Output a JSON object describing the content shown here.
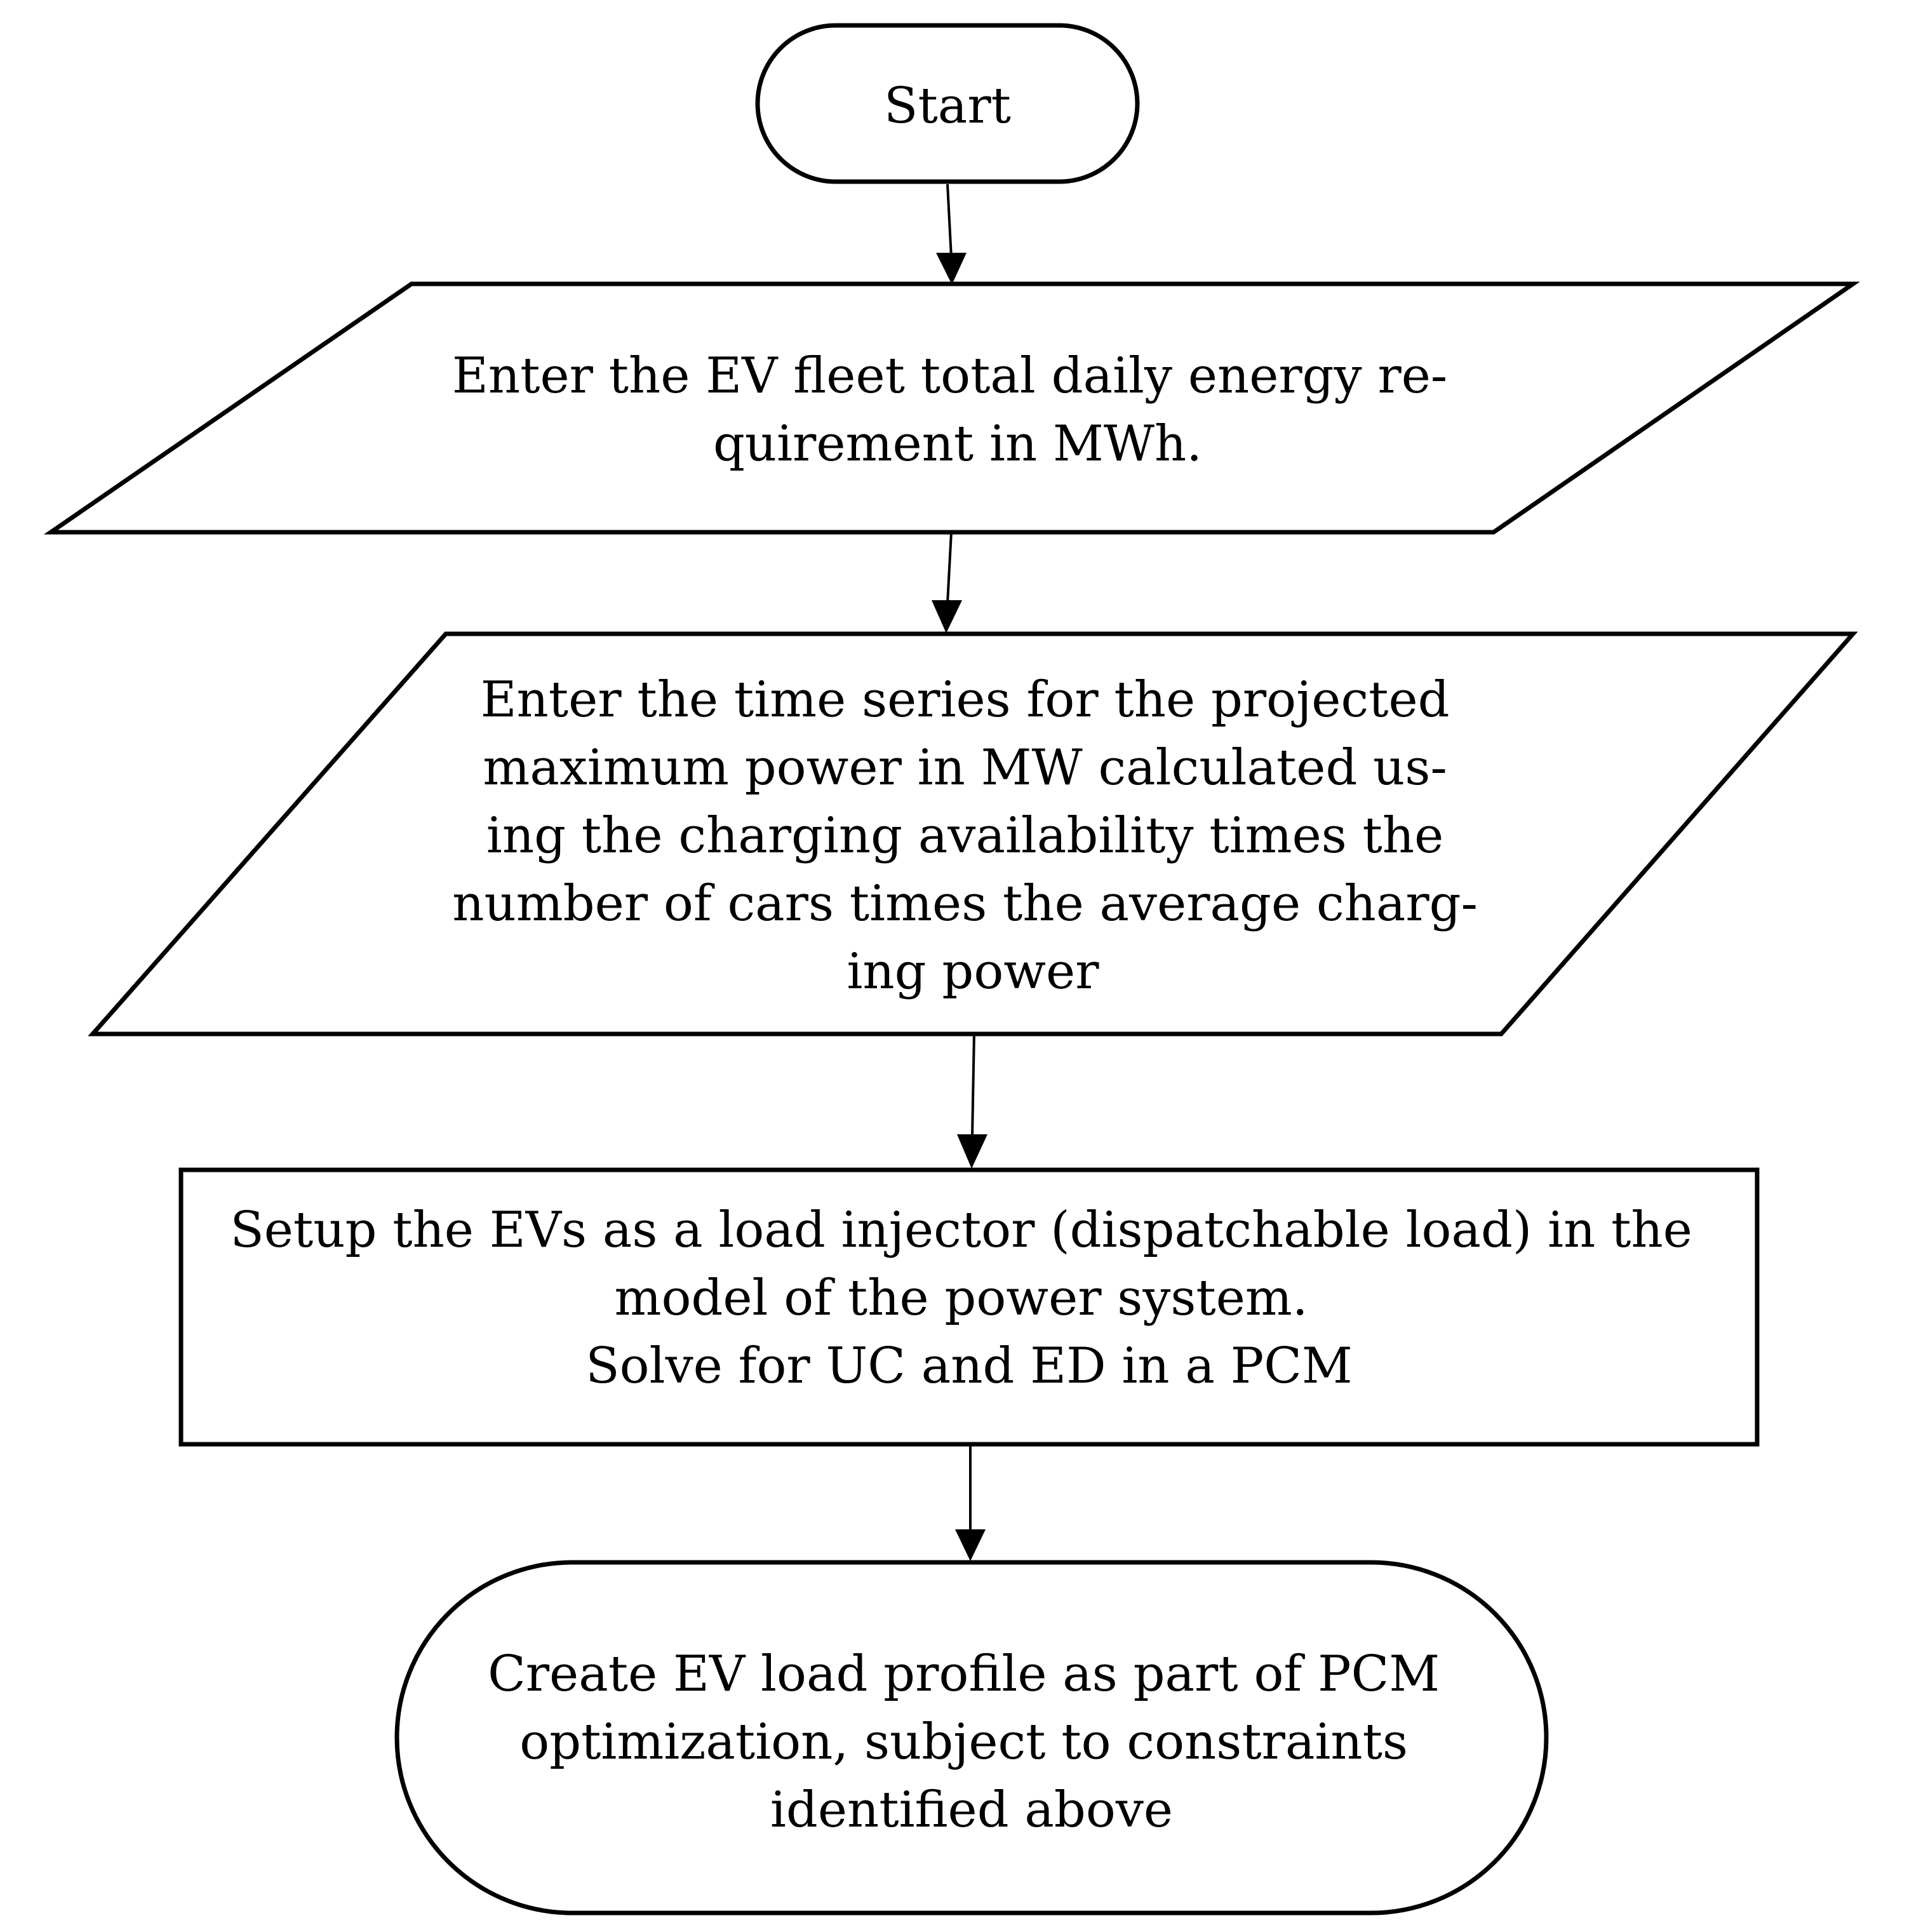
{
  "diagram": {
    "nodes": [
      {
        "id": "start",
        "shape": "terminator",
        "lines": [
          "Start"
        ]
      },
      {
        "id": "input-energy",
        "shape": "parallelogram",
        "lines": [
          "Enter the EV fleet total daily energy re-",
          "quirement in MWh."
        ]
      },
      {
        "id": "input-power-series",
        "shape": "parallelogram",
        "lines": [
          "Enter the time series for the projected",
          "maximum power in MW calculated us-",
          "ing the charging availability times the",
          "number of cars times the average charg-",
          "ing power"
        ]
      },
      {
        "id": "process-setup",
        "shape": "rectangle",
        "lines": [
          "Setup the EVs as a load injector (dispatchable load) in the",
          "model of the power system.",
          "Solve for UC and ED in a PCM"
        ]
      },
      {
        "id": "end-profile",
        "shape": "terminator",
        "lines": [
          "Create EV load profile as part of PCM",
          "optimization, subject to constraints",
          "identified above"
        ]
      }
    ],
    "edges": [
      {
        "from": "start",
        "to": "input-energy"
      },
      {
        "from": "input-energy",
        "to": "input-power-series"
      },
      {
        "from": "input-power-series",
        "to": "process-setup"
      },
      {
        "from": "process-setup",
        "to": "end-profile"
      }
    ]
  }
}
